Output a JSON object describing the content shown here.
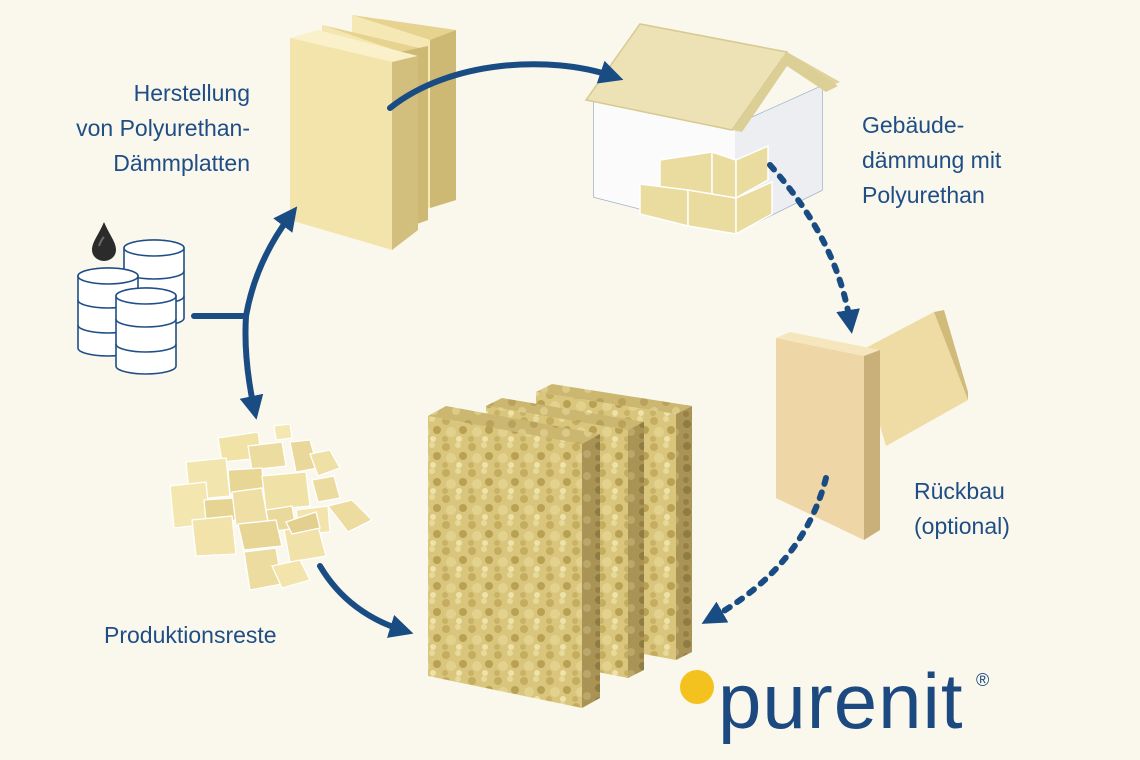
{
  "labels": {
    "production": [
      "Herstellung",
      "von Polyurethan-",
      "Dämmplatten"
    ],
    "insulation": [
      "Gebäude-",
      "dämmung mit",
      "Polyurethan"
    ],
    "deconstruction": [
      "Rückbau",
      "(optional)"
    ],
    "scraps": "Produktionsreste"
  },
  "logo": {
    "text": "purenit",
    "mark": "®"
  },
  "colors": {
    "background": "#faf7ec",
    "arrow": "#1a4c84",
    "board": "#f3e4ac",
    "purenit": "#d6c17a",
    "logo_dot": "#f4c21f"
  },
  "icons": [
    "polyurethane-board-icon",
    "house-icon",
    "oil-barrels-icon",
    "oil-drop-icon",
    "scraps-icon",
    "purenit-board-icon",
    "removed-board-icon"
  ]
}
